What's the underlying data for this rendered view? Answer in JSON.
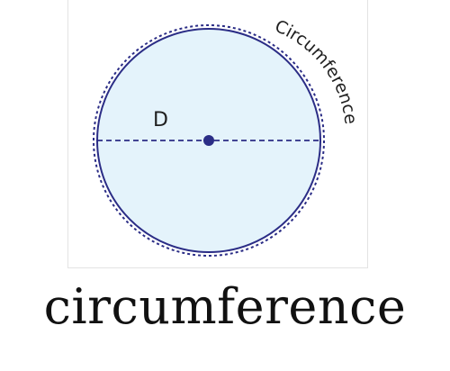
{
  "diagram": {
    "diameter_label": "D",
    "circumference_label": "Circumference",
    "colors": {
      "fill": "#e4f3fb",
      "outline": "#2b2d86",
      "dotted_outline": "#2b2d86",
      "center_dot": "#2b2d86"
    }
  },
  "caption": {
    "word": "circumference"
  }
}
